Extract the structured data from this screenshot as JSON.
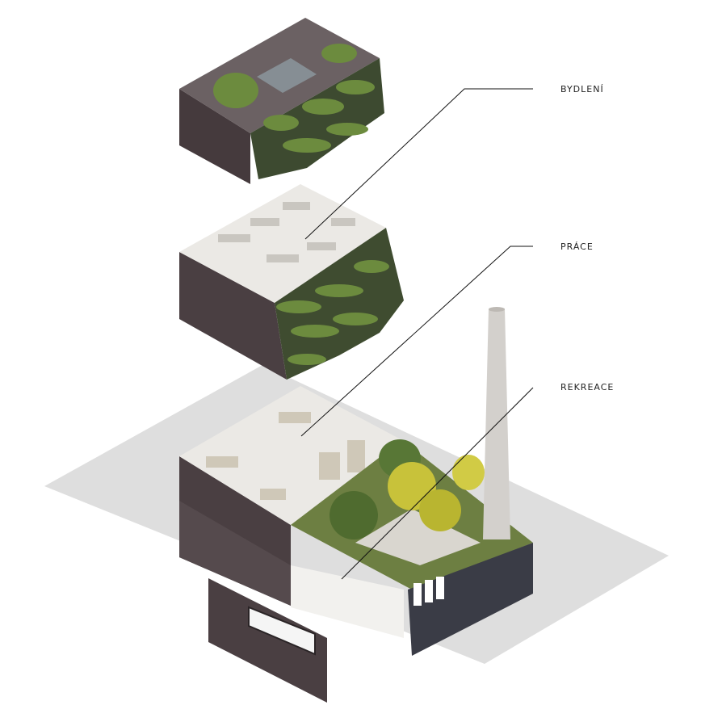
{
  "labels": {
    "bydleni": "BYDLENÍ",
    "prace": "PRÁCE",
    "rekreace": "REKREACE"
  },
  "colors": {
    "ground": "#dcdcdc",
    "wall_dark": "#463b3e",
    "wall_mid": "#5a4f52",
    "floor_light": "#e8e6e2",
    "greenery": "#5f7d3a",
    "tree_yellow": "#c8c23a",
    "chimney": "#d2cfcb",
    "leader_line": "#111111"
  }
}
